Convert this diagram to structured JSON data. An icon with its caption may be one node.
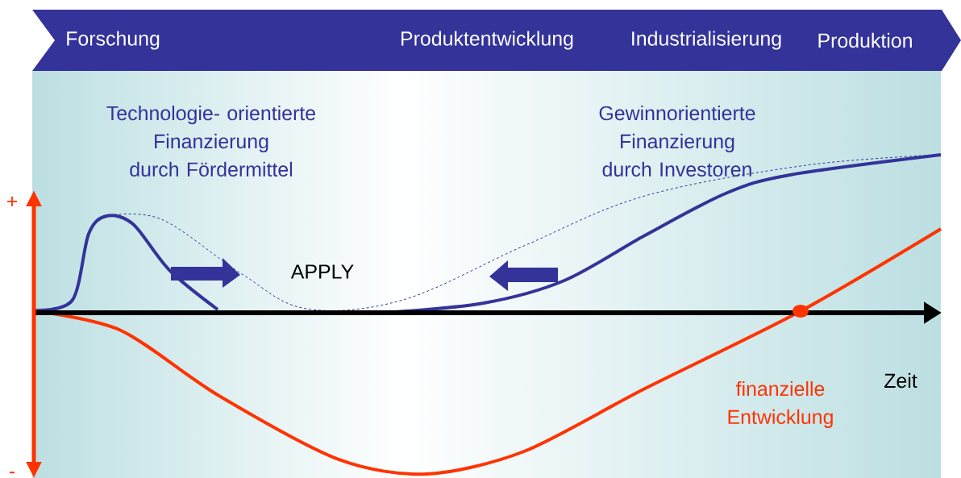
{
  "diagram": {
    "nodes": [
      {
        "text": [
          "Forschung",
          "Produktentwicklung",
          "Industrialisierung",
          "Produktion"
        ]
      }
    ],
    "labels": [
      "Technologie- orientierte Finanzierung durch Fördermittel",
      "Gewinnorientierte Finanzierung durch Investoren",
      "+",
      "APPLY",
      "Zeit",
      "finanzielle Entwicklung",
      "-"
    ]
  }
}
